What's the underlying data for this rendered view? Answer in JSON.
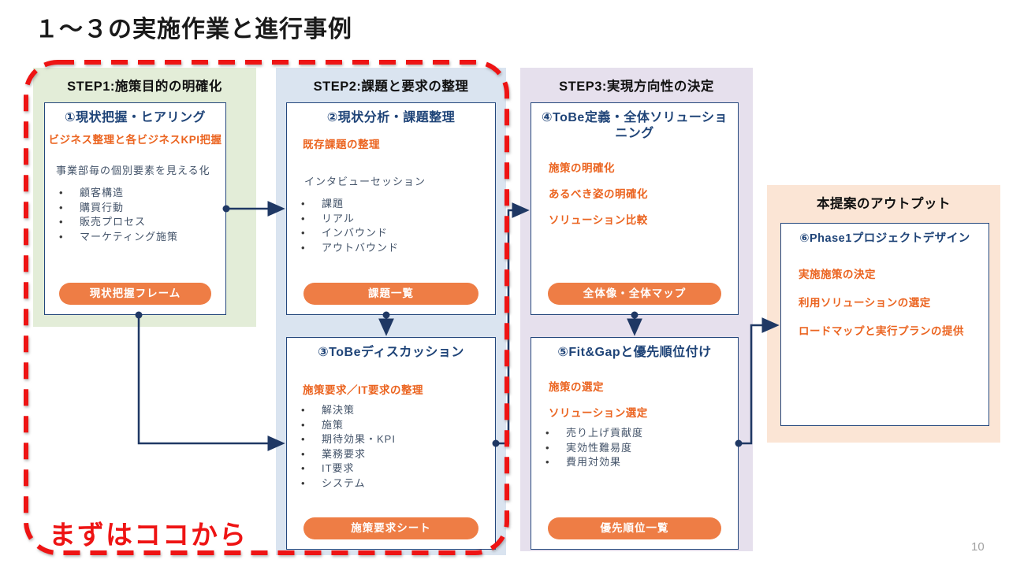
{
  "page": {
    "title": "１～３の実施作業と進行事例",
    "callout": "まずはココから",
    "page_number": "10"
  },
  "colors": {
    "navy_connector": "#1f3864",
    "card_border": "#24477c",
    "heading_blue": "#1f4478",
    "orange_text": "#eb6420",
    "button_orange": "#ee7d45",
    "emphasis_red": "#ee1414",
    "panel_green": "#e3edd8",
    "panel_blue": "#dae4f0",
    "panel_purple": "#e6e0ed",
    "panel_peach": "#fbe5d5",
    "body_text": "#44546a",
    "page_number_gray": "#a3a3a3"
  },
  "steps": {
    "s1": {
      "header": "STEP1:施策目的の明確化"
    },
    "s2": {
      "header": "STEP2:課題と要求の整理"
    },
    "s3": {
      "header": "STEP3:実現方向性の決定"
    },
    "output": {
      "header": "本提案のアウトプット"
    }
  },
  "boxes": {
    "b1": {
      "title": "①現状把握・ヒアリング",
      "highlight": "ビジネス整理と各ビジネスKPI把握",
      "lead": "事業部毎の個別要素を見える化",
      "bullets": [
        "顧客構造",
        "購買行動",
        "販売プロセス",
        "マーケティング施策"
      ],
      "button": "現状把握フレーム"
    },
    "b2": {
      "title": "②現状分析・課題整理",
      "highlight": "既存課題の整理",
      "lead": "インタビューセッション",
      "bullets": [
        "課題",
        "リアル",
        "インバウンド",
        "アウトバウンド"
      ],
      "button": "課題一覧"
    },
    "b3": {
      "title": "③ToBeディスカッション",
      "highlight": "施策要求／IT要求の整理",
      "bullets": [
        "解決策",
        "施策",
        "期待効果・KPI",
        "業務要求",
        "IT要求",
        "システム"
      ],
      "button": "施策要求シート"
    },
    "b4": {
      "title": "④ToBe定義・全体ソリューショニング",
      "highlights": [
        "施策の明確化",
        "あるべき姿の明確化",
        "ソリューション比較"
      ],
      "button": "全体像・全体マップ"
    },
    "b5": {
      "title": "⑤Fit&Gapと優先順位付け",
      "highlights": [
        "施策の選定",
        "ソリューション選定"
      ],
      "bullets": [
        "売り上げ貢献度",
        "実効性難易度",
        "費用対効果"
      ],
      "button": "優先順位一覧"
    },
    "b6": {
      "title": "⑥Phase1プロジェクトデザイン",
      "highlights": [
        "実施施策の決定",
        "利用ソリューションの選定",
        "ロードマップと実行プランの提供"
      ]
    }
  }
}
